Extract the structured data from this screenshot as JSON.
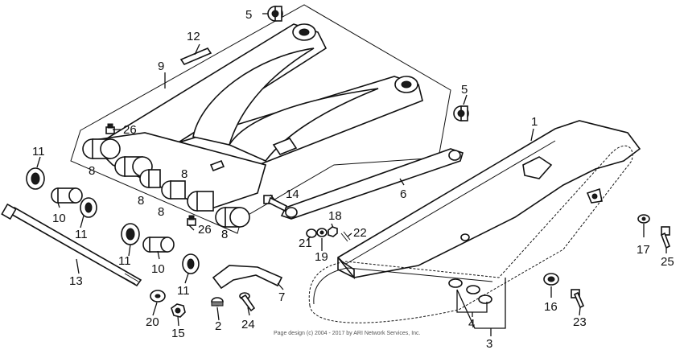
{
  "labels": {
    "p1": "1",
    "p2": "2",
    "p3": "3",
    "p4": "4",
    "p5a": "5",
    "p5b": "5",
    "p6": "6",
    "p7": "7",
    "p8a": "8",
    "p8b": "8",
    "p8c": "8",
    "p8d": "8",
    "p8e": "8",
    "p9": "9",
    "p10a": "10",
    "p10b": "10",
    "p11a": "11",
    "p11b": "11",
    "p11c": "11",
    "p11d": "11",
    "p12": "12",
    "p13": "13",
    "p14": "14",
    "p15": "15",
    "p16": "16",
    "p17": "17",
    "p18": "18",
    "p19": "19",
    "p20": "20",
    "p21": "21",
    "p22": "22",
    "p23": "23",
    "p24": "24",
    "p25": "25",
    "p26a": "26",
    "p26b": "26"
  },
  "footer": {
    "copyright": "Page design (c) 2004 - 2017 by ARI Network Services, Inc."
  }
}
